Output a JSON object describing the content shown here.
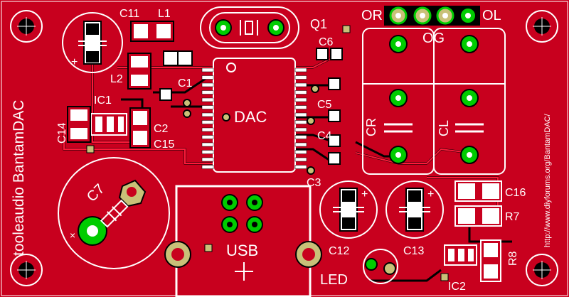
{
  "board": {
    "vertical_text": "tooleaudio BantamDAC",
    "url_text": "http://www.diyforums.org/BantamDAC/"
  },
  "labels": {
    "c11": "C11",
    "l1": "L1",
    "l2": "L2",
    "c1": "C1",
    "ic1": "IC1",
    "c14": "C14",
    "c2": "C2",
    "c15": "C15",
    "c7": "C7",
    "q1": "Q1",
    "c6": "C6",
    "c5": "C5",
    "c4": "C4",
    "c3": "C3",
    "dac": "DAC",
    "usb": "USB",
    "c12": "C12",
    "c13": "C13",
    "led": "LED",
    "or": "OR",
    "og": "OG",
    "ol": "OL",
    "cr": "CR",
    "cl": "CL",
    "c16": "C16",
    "r7": "R7",
    "r8": "R8",
    "ic2": "IC2"
  },
  "colors": {
    "board": "#c8001e",
    "trace": "#e4002a",
    "copper_pad": "#c9c078",
    "pad_green": "#00cc00",
    "silk": "#ffffff",
    "background": "#000000"
  }
}
